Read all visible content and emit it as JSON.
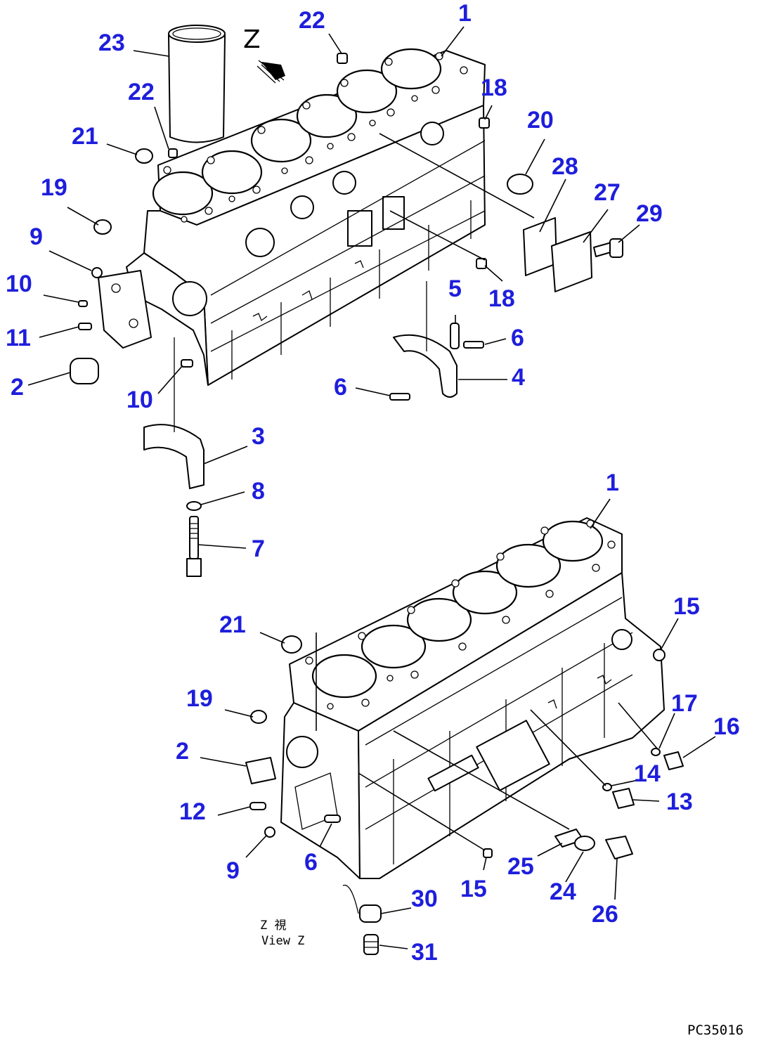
{
  "diagram": {
    "view_letter": "Z",
    "view_caption_jp": "Z 視",
    "view_caption_en": "View Z",
    "drawing_code": "PC35016"
  },
  "callouts_upper": [
    "23",
    "22",
    "1",
    "22",
    "18",
    "21",
    "20",
    "28",
    "19",
    "27",
    "29",
    "9",
    "10",
    "18",
    "11",
    "5",
    "6",
    "2",
    "4",
    "6",
    "10",
    "3",
    "8",
    "7"
  ],
  "callouts_lower": [
    "1",
    "15",
    "21",
    "17",
    "16",
    "19",
    "2",
    "14",
    "13",
    "12",
    "25",
    "9",
    "6",
    "15",
    "24",
    "30",
    "26",
    "31"
  ]
}
